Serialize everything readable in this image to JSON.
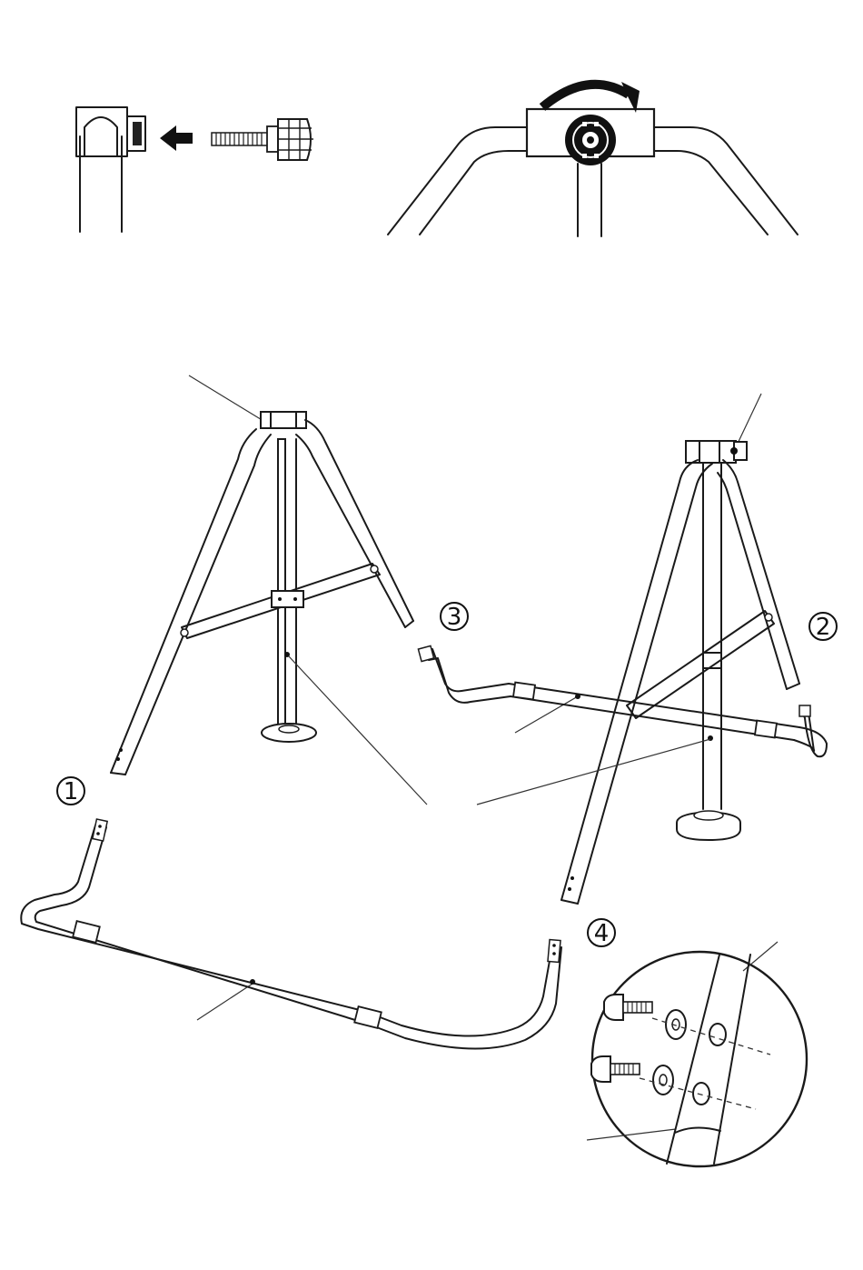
{
  "steps": {
    "step1": "1",
    "step2": "2",
    "step3": "3",
    "step4": "4"
  },
  "icons": {
    "arrow": "arrow-left-icon",
    "rotate": "rotate-arrow-icon",
    "knob": "knob-bolt-icon"
  },
  "colors": {
    "line": "#1a1a1a",
    "fill": "#ffffff",
    "dark": "#222222"
  }
}
